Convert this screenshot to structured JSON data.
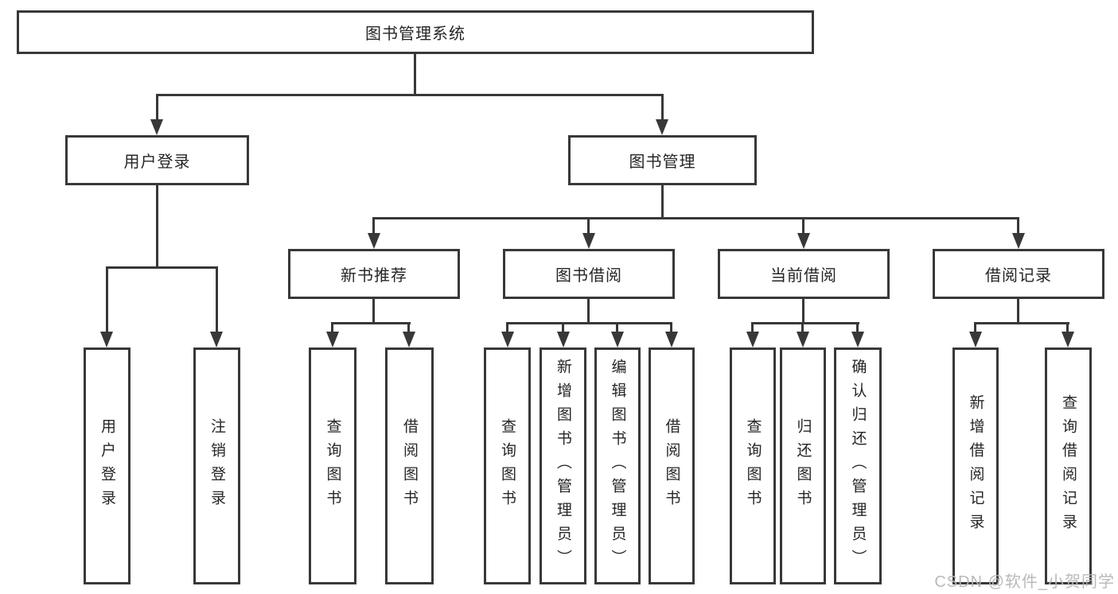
{
  "diagram": {
    "root": {
      "label": "图书管理系统"
    },
    "level1": [
      {
        "id": "user-login",
        "label": "用户登录"
      },
      {
        "id": "book-management",
        "label": "图书管理"
      }
    ],
    "level2": [
      {
        "id": "new-book-recommend",
        "label": "新书推荐"
      },
      {
        "id": "book-borrow",
        "label": "图书借阅"
      },
      {
        "id": "current-borrow",
        "label": "当前借阅"
      },
      {
        "id": "borrow-records",
        "label": "借阅记录"
      }
    ],
    "leaves": [
      {
        "id": "user-login",
        "label": "用户登录"
      },
      {
        "id": "logout",
        "label": "注销登录"
      },
      {
        "id": "query-book-1",
        "label": "查询图书"
      },
      {
        "id": "borrow-book-1",
        "label": "借阅图书"
      },
      {
        "id": "query-book-2",
        "label": "查询图书"
      },
      {
        "id": "add-book-admin",
        "label": "新增图书（管理员）"
      },
      {
        "id": "edit-book-admin",
        "label": "编辑图书（管理员）"
      },
      {
        "id": "borrow-book-2",
        "label": "借阅图书"
      },
      {
        "id": "query-book-3",
        "label": "查询图书"
      },
      {
        "id": "return-book",
        "label": "归还图书"
      },
      {
        "id": "confirm-return-admin",
        "label": "确认归还（管理员）"
      },
      {
        "id": "add-borrow-record",
        "label": "新增借阅记录"
      },
      {
        "id": "query-borrow-record",
        "label": "查询借阅记录"
      }
    ],
    "watermark": "CSDN @软件_小贺同学",
    "colors": {
      "line": "#383838",
      "text": "#262626",
      "watermark": "#b6b6bb",
      "background": "#ffffff"
    }
  }
}
